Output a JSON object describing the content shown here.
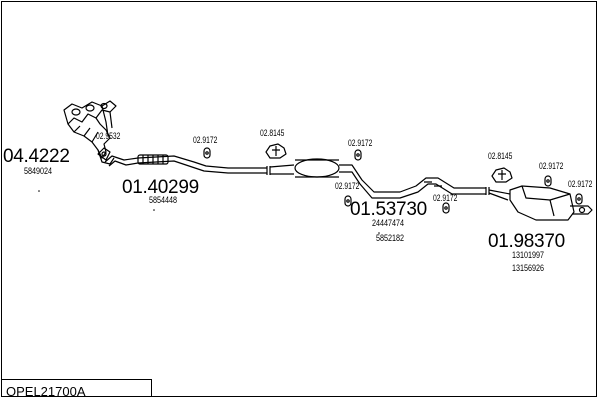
{
  "assembly_code": "OPEL21700A",
  "parts": {
    "manifold": {
      "number": "04.4222",
      "refs": [
        "5849024"
      ]
    },
    "front_pipe": {
      "number": "01.40299",
      "refs": [
        "5854448"
      ]
    },
    "middle_silencer": {
      "number": "01.53730",
      "refs": [
        "24447474",
        "5852182"
      ]
    },
    "rear_silencer": {
      "number": "01.98370",
      "refs": [
        "13101997",
        "13156926"
      ]
    }
  },
  "accessories": {
    "gasket": "02.9532",
    "rubber_1": "02.9172",
    "clamp_1": "02.8145",
    "rubber_2": "02.9172",
    "rubber_3": "02.9172",
    "rubber_4": "02.9172",
    "clamp_2": "02.8145",
    "rubber_5": "02.9172",
    "rubber_6": "02.9172"
  }
}
